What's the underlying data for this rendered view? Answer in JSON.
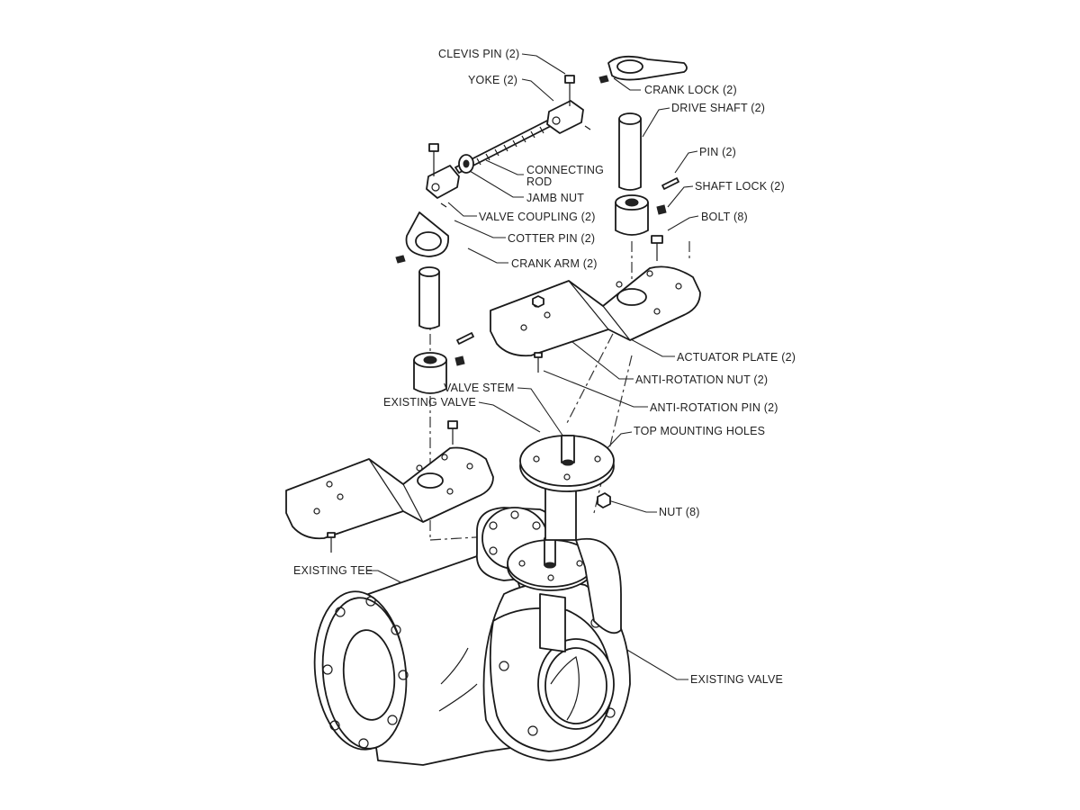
{
  "labels": {
    "clevis_pin": "CLEVIS PIN (2)",
    "yoke": "YOKE (2)",
    "crank_lock": "CRANK LOCK (2)",
    "drive_shaft": "DRIVE SHAFT (2)",
    "pin": "PIN (2)",
    "connecting_rod_1": "CONNECTING",
    "connecting_rod_2": "ROD",
    "shaft_lock": "SHAFT LOCK (2)",
    "jamb_nut": "JAMB NUT",
    "bolt": "BOLT (8)",
    "valve_coupling": "VALVE COUPLING (2)",
    "cotter_pin": "COTTER PIN (2)",
    "crank_arm": "CRANK ARM (2)",
    "actuator_plate": "ACTUATOR PLATE (2)",
    "anti_rotation_nut": "ANTI-ROTATION NUT (2)",
    "valve_stem": "VALVE STEM",
    "anti_rotation_pin": "ANTI-ROTATION PIN (2)",
    "existing_valve_top": "EXISTING VALVE",
    "top_mounting_holes": "TOP MOUNTING HOLES",
    "nut": "NUT (8)",
    "existing_tee": "EXISTING TEE",
    "existing_valve_bottom": "EXISTING VALVE"
  }
}
